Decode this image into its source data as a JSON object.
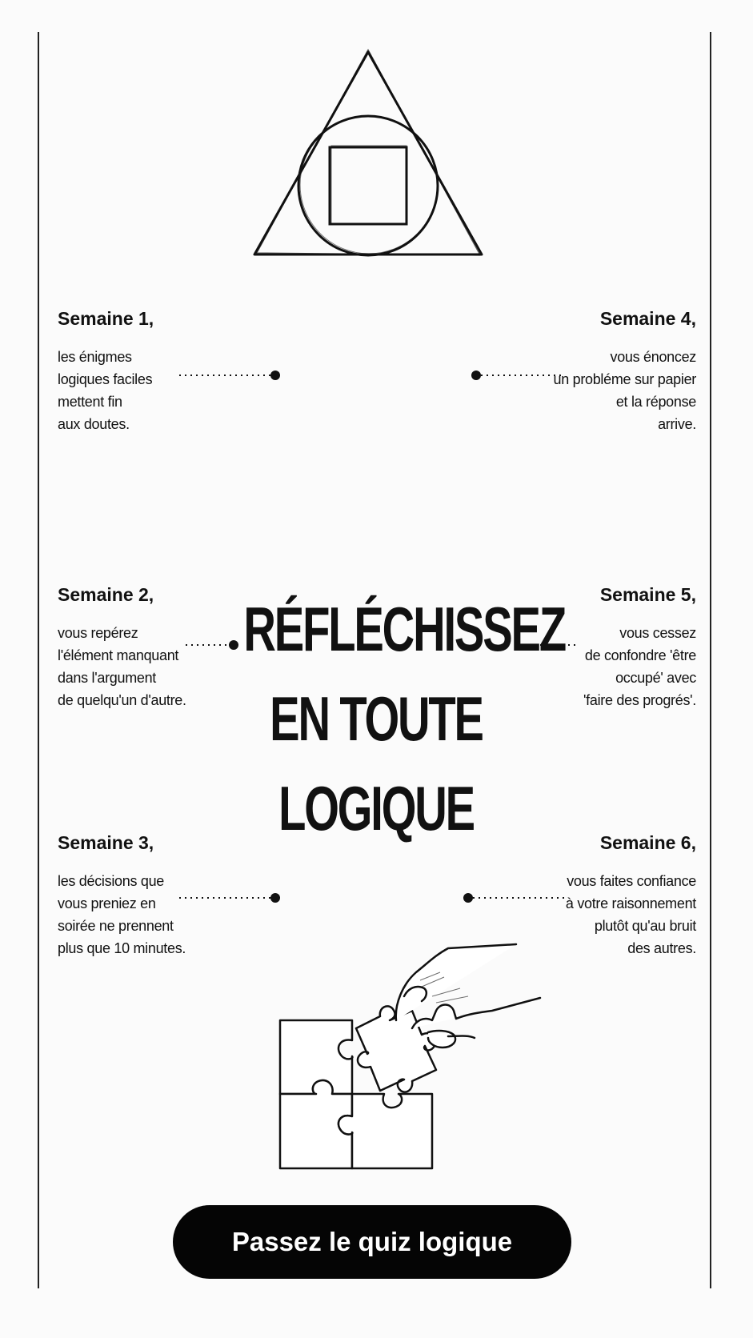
{
  "headline": "RÉFLÉCHISSEZ\nEN TOUTE LOGIQUE",
  "weeks": [
    {
      "title": "Semaine 1,",
      "desc": "les énigmes\nlogiques faciles\nmettent fin\naux doutes."
    },
    {
      "title": "Semaine 2,",
      "desc": "vous repérez\nl'élément manquant\ndans l'argument\nde quelqu'un d'autre."
    },
    {
      "title": "Semaine 3,",
      "desc": "les décisions que\nvous preniez en\nsoirée ne prennent\nplus que 10 minutes."
    },
    {
      "title": "Semaine 4,",
      "desc": "vous énoncez\nun probléme sur papier\net la réponse\narrive."
    },
    {
      "title": "Semaine 5,",
      "desc": "vous cessez\nde confondre 'être\noccupé' avec\n'faire des progrés'."
    },
    {
      "title": "Semaine 6,",
      "desc": "vous faites confiance\nà votre raisonnement\nplutôt qu'au bruit\ndes autres."
    }
  ],
  "cta": {
    "label": "Passez le quiz logique"
  },
  "colors": {
    "background": "#fbfbfb",
    "ink": "#111111",
    "button": "#050505",
    "button_text": "#ffffff"
  },
  "icons": [
    "triangle-circle-square-icon",
    "puzzle-hand-illustration"
  ]
}
